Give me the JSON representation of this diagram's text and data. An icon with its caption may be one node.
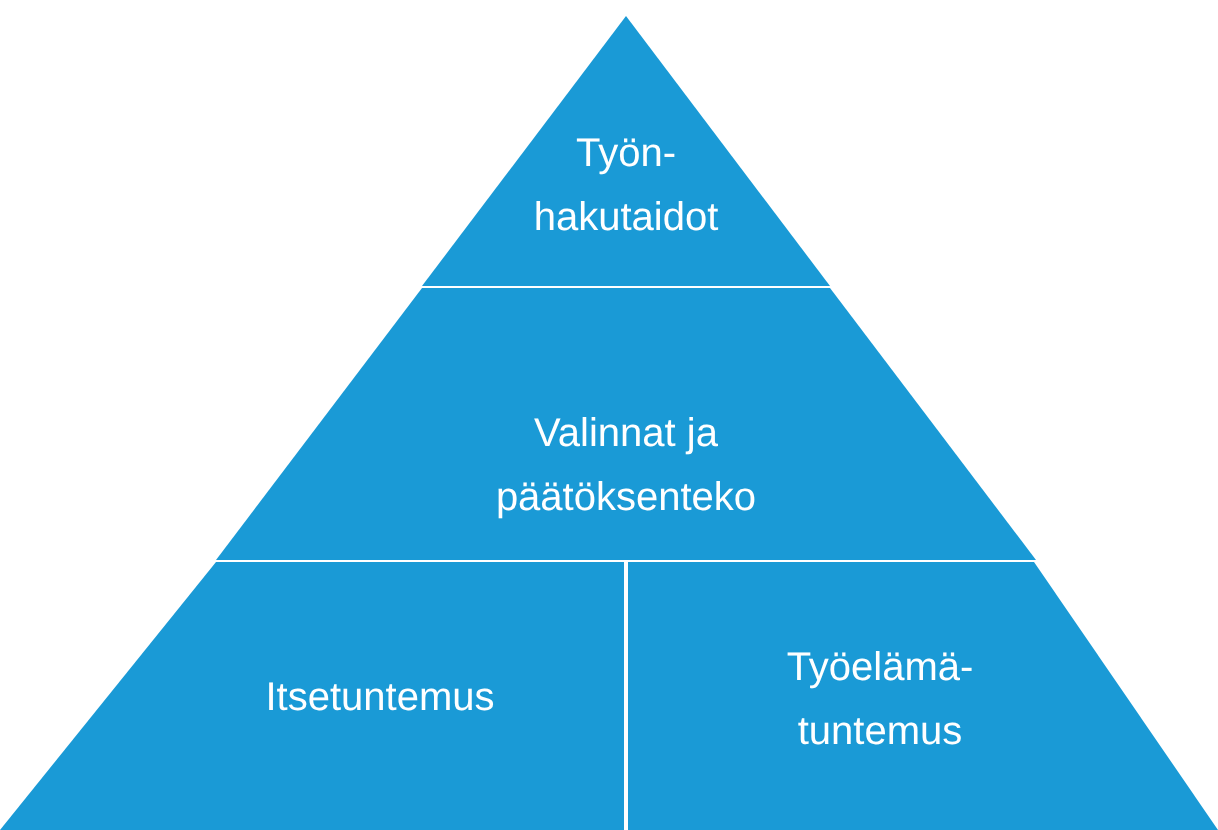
{
  "diagram": {
    "nodes": [
      {
        "text": [
          "Työn- hakutaidot"
        ]
      },
      {
        "text": [
          "Valinnat ja päätöksenteko"
        ]
      },
      {
        "text": [
          "Itsetuntemus"
        ]
      },
      {
        "text": [
          "Työelämä- tuntemus"
        ]
      }
    ]
  }
}
